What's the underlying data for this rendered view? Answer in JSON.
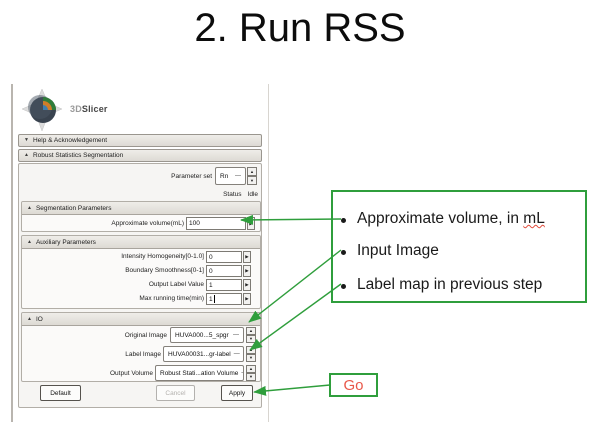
{
  "title": "2. Run RSS",
  "icons": {
    "collapsed": "▼",
    "expanded": "▲",
    "spin_up": "▲",
    "spin_down": "▼",
    "step_right": "▶",
    "combo_dash": "—"
  },
  "colors": {
    "accent_green": "#2f9e3c",
    "go_red": "#e85749"
  },
  "slicer": {
    "brand": {
      "prefix": "3D",
      "name": "Slicer"
    },
    "help_header": "Help & Acknowledgement",
    "main_header": "Robust Statistics Segmentation",
    "parameter_set": {
      "label": "Parameter set",
      "value": "Rn"
    },
    "status": {
      "label": "Status",
      "value": "Idle"
    },
    "seg_params": {
      "header": "Segmentation Parameters",
      "row": {
        "label": "Approximate volume(mL)",
        "value": "100"
      }
    },
    "aux_params": {
      "header": "Auxiliary Parameters",
      "rows": [
        {
          "label": "Intensity Homogeneity[0-1.0]",
          "value": "0"
        },
        {
          "label": "Boundary Smoothness[0-1]",
          "value": "0"
        },
        {
          "label": "Output Label Value",
          "value": "1"
        },
        {
          "label": "Max running time(min)",
          "value": "1"
        }
      ]
    },
    "io": {
      "header": "IO",
      "rows": [
        {
          "label": "Original Image",
          "value": "HUVA000...5_spgr"
        },
        {
          "label": "Label Image",
          "value": "HUVA00031...gr-label"
        },
        {
          "label": "Output Volume",
          "value": "Robust Stati...ation Volume"
        }
      ]
    },
    "buttons": {
      "default": "Default",
      "cancel": "Cancel",
      "apply": "Apply"
    }
  },
  "annotations": {
    "bullets": [
      {
        "pre": "Approximate volume, in ",
        "emph": "mL"
      },
      {
        "pre": "Input Image",
        "emph": ""
      },
      {
        "pre": "Label map in previous step",
        "emph": ""
      }
    ],
    "go": "Go"
  }
}
